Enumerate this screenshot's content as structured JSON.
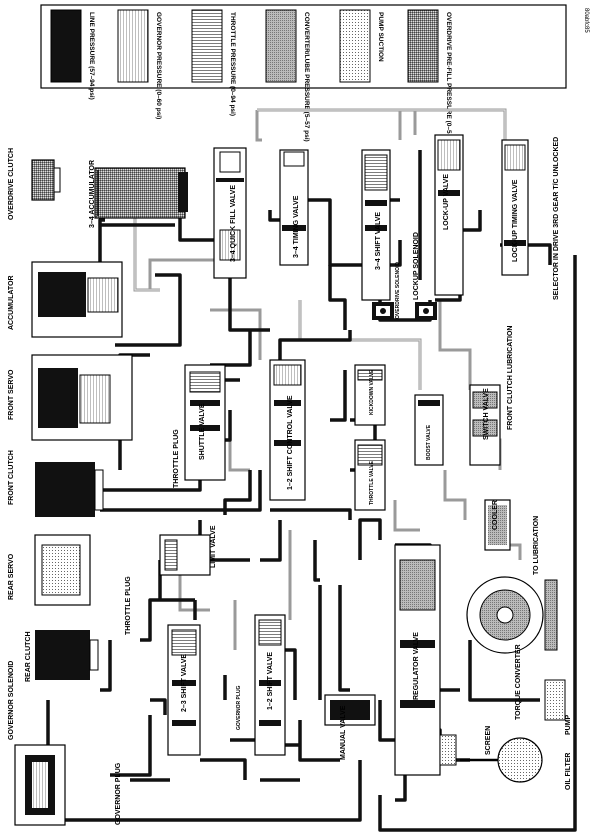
{
  "figure_code": "80abfc85",
  "legend": {
    "line_pressure": "LINE PRESSURE (57–94 psi)",
    "governor_pressure": "GOVERNOR PRESSURE (0–60 psi)",
    "throttle_pressure": "THROTTLE PRESSURE (0–94 psi)",
    "converter_lube": "CONVERTER/LUBE PRESSURE (5–57 psi)",
    "pump_suction": "PUMP SUCTION",
    "overdrive_prefill": "OVERDRIVE PRE-FILL PRESSURE (0–5 psi)"
  },
  "components": {
    "overdrive_clutch": "OVERDRIVE CLUTCH",
    "accumulator_34": "3–4 ACCUMULATOR",
    "quick_fill_valve": "3–4 QUICK FILL VALVE",
    "timing_valve_34": "3–4 TIMING VALVE",
    "shift_valve_34": "3–4 SHIFT VALVE",
    "overdrive_solenoid": "OVERDRIVE SOLENOID",
    "lockup_valve": "LOCK-UP VALVE",
    "lockup_solenoid": "LOCKUP SOLENOID",
    "lockup_timing_valve": "LOCK-UP TIMING VALVE",
    "selector_note": "SELECTOR IN DRIVE 3RD GEAR T/C UNLOCKED",
    "accumulator": "ACCUMULATOR",
    "front_servo": "FRONT SERVO",
    "shuttle_valve": "SHUTTLE VALVE",
    "shift_control_valve_12": "1–2 SHIFT CONTROL VALVE",
    "kickdown_valve": "KICKDOWN VALVE",
    "boost_valve": "BOOST VALVE",
    "front_clutch_lubrication": "FRONT CLUTCH LUBRICATION",
    "switch_valve": "SWITCH VALVE",
    "front_clutch": "FRONT CLUTCH",
    "throttle_plug_upper": "THROTTLE PLUG",
    "throttle_valve": "THROTTLE VALVE",
    "cooler": "COOLER",
    "to_lubrication": "TO LUBRICATION",
    "rear_servo": "REAR SERVO",
    "limit_valve": "LIMIT VALVE",
    "throttle_plug_lower": "THROTTLE PLUG",
    "rear_clutch": "REAR CLUTCH",
    "shift_valve_23": "2–3 SHIFT VALVE",
    "shift_valve_12": "1–2 SHIFT VALVE",
    "regulator_valve": "REGULATOR VALVE",
    "torque_converter": "TORQUE CONVERTER",
    "governor_solenoid": "GOVERNOR SOLENOID",
    "governor_plug": "GOVERNOR PLUG",
    "governor_plug_lower": "GOVERNOR PLUG",
    "manual_valve": "MANUAL VALVE",
    "screen": "SCREEN",
    "pump": "PUMP",
    "oil_filter": "OIL FILTER"
  },
  "colors": {
    "line_pressure": "#111111",
    "outline": "#000000",
    "background": "#ffffff",
    "lube_gray": "#9a9a9a"
  }
}
